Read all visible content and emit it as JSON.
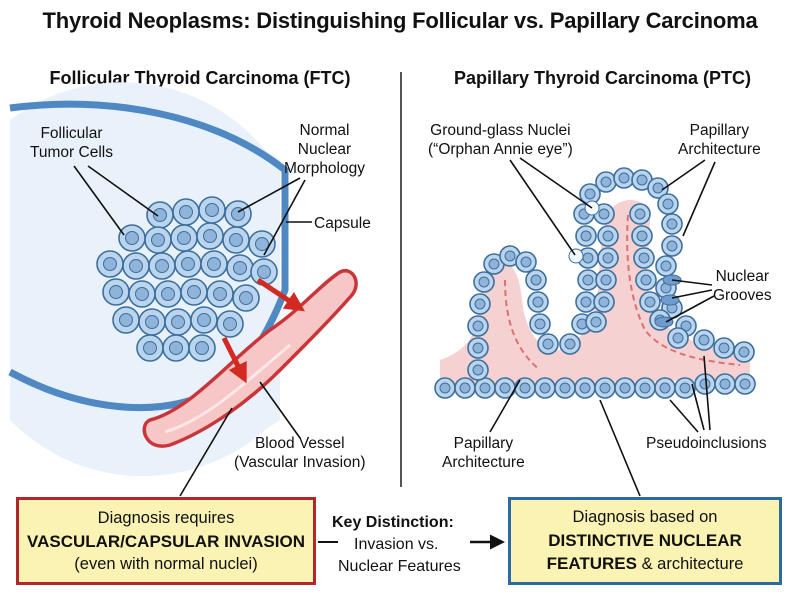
{
  "title": "Thyroid Neoplasms: Distinguishing Follicular vs. Papillary Carcinoma",
  "left": {
    "heading": "Follicular Thyroid Carcinoma (FTC)",
    "labels": {
      "follicular_tumor_cells": [
        "Follicular",
        "Tumor Cells"
      ],
      "normal_nuclear_morphology": [
        "Normal",
        "Nuclear",
        "Morphology"
      ],
      "capsule": "Capsule",
      "blood_vessel": [
        "Blood Vessel",
        "(Vascular Invasion)"
      ]
    }
  },
  "right": {
    "heading": "Papillary Thyroid Carcinoma (PTC)",
    "labels": {
      "ground_glass": [
        "Ground-glass Nuclei",
        "(“Orphan Annie eye”)"
      ],
      "papillary_top": [
        "Papillary",
        "Architecture"
      ],
      "nuclear_grooves": [
        "Nuclear",
        "Grooves"
      ],
      "papillary_bottom": [
        "Papillary",
        "Architecture"
      ],
      "pseudoinclusions": "Pseudoinclusions"
    }
  },
  "boxes": {
    "left": {
      "line1": "Diagnosis requires",
      "line2": "VASCULAR/CAPSULAR INVASION",
      "line3": "(even with normal nuclei)"
    },
    "right": {
      "line1": "Diagnosis based on",
      "line2": "DISTINCTIVE NUCLEAR",
      "line3_bold": "FEATURES",
      "line3_rest": " & architecture"
    },
    "key": {
      "title": "Key Distinction:",
      "line1": "Invasion vs.",
      "line2": "Nuclear Features"
    }
  },
  "colors": {
    "cell_fill": "#bcd5ee",
    "cell_stroke": "#3d6f9c",
    "nucleus": "#8fb3d9",
    "capsule": "#4f88c2",
    "vessel_fill": "#f7c6c6",
    "vessel_stroke": "#c9363a",
    "arrow": "#d22a22",
    "stroma": "#f6d1d1",
    "box_fill": "#fbf3b3",
    "box_left_border": "#b3262a",
    "box_right_border": "#2c6aa0"
  }
}
